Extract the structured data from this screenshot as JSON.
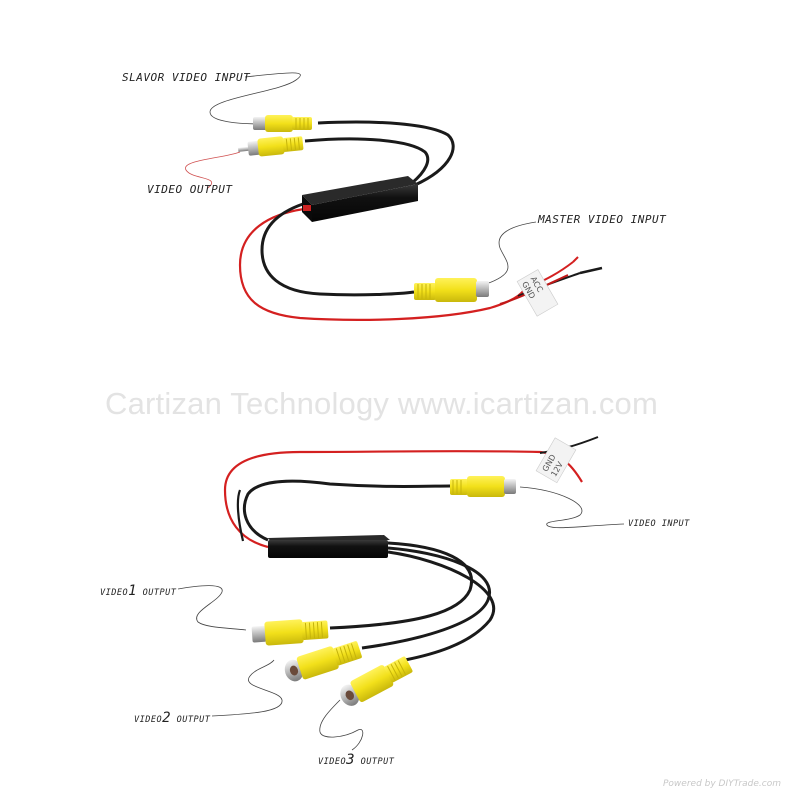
{
  "top_diagram": {
    "labels": {
      "slavor_video_input": "SLAVOR VIDEO INPUT",
      "video_output": "VIDEO OUTPUT",
      "master_video_input": "MASTER VIDEO INPUT"
    },
    "wire_tags": [
      "ACC",
      "GND"
    ]
  },
  "bottom_diagram": {
    "labels": {
      "video_input": "VIDEO INPUT",
      "video1_prefix": "VIDEO",
      "video1_num": "1",
      "video1_suffix": "OUTPUT",
      "video2_prefix": "VIDEO",
      "video2_num": "2",
      "video2_suffix": "OUTPUT",
      "video3_prefix": "VIDEO",
      "video3_num": "3",
      "video3_suffix": "OUTPUT"
    },
    "wire_tags": [
      "GND",
      "12V"
    ]
  },
  "watermark": "Cartizan Technology  www.icartizan.com",
  "footer": "Powered by DIYTrade.com",
  "colors": {
    "connector_yellow": "#f2e01a",
    "cable_black": "#1a1a1a",
    "wire_red": "#d42020",
    "module_black": "#151515",
    "watermark": "#e3e3e3"
  }
}
